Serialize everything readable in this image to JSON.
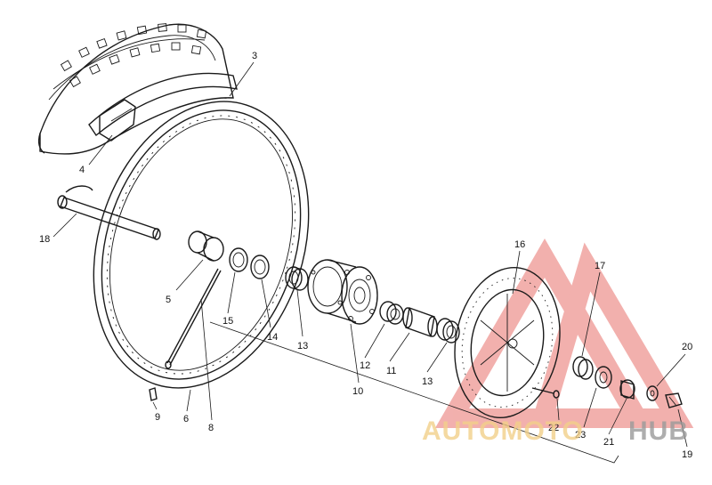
{
  "diagram": {
    "callouts": [
      {
        "id": "3",
        "label": "3"
      },
      {
        "id": "4",
        "label": "4"
      },
      {
        "id": "18",
        "label": "18"
      },
      {
        "id": "5",
        "label": "5"
      },
      {
        "id": "15",
        "label": "15"
      },
      {
        "id": "14",
        "label": "14"
      },
      {
        "id": "13a",
        "label": "13"
      },
      {
        "id": "12",
        "label": "12"
      },
      {
        "id": "11",
        "label": "11"
      },
      {
        "id": "13b",
        "label": "13"
      },
      {
        "id": "10",
        "label": "10"
      },
      {
        "id": "9",
        "label": "9"
      },
      {
        "id": "6",
        "label": "6"
      },
      {
        "id": "8",
        "label": "8"
      },
      {
        "id": "16",
        "label": "16"
      },
      {
        "id": "17",
        "label": "17"
      },
      {
        "id": "20",
        "label": "20"
      },
      {
        "id": "22",
        "label": "22"
      },
      {
        "id": "23",
        "label": "23"
      },
      {
        "id": "21",
        "label": "21"
      },
      {
        "id": "19",
        "label": "19"
      }
    ]
  },
  "watermark": {
    "text_auto": "AUTOMOTO",
    "text_hub": "HUB",
    "colors": {
      "red": "#e8706b",
      "yellow": "#f2d08a",
      "gray": "#9a9a9a"
    }
  }
}
